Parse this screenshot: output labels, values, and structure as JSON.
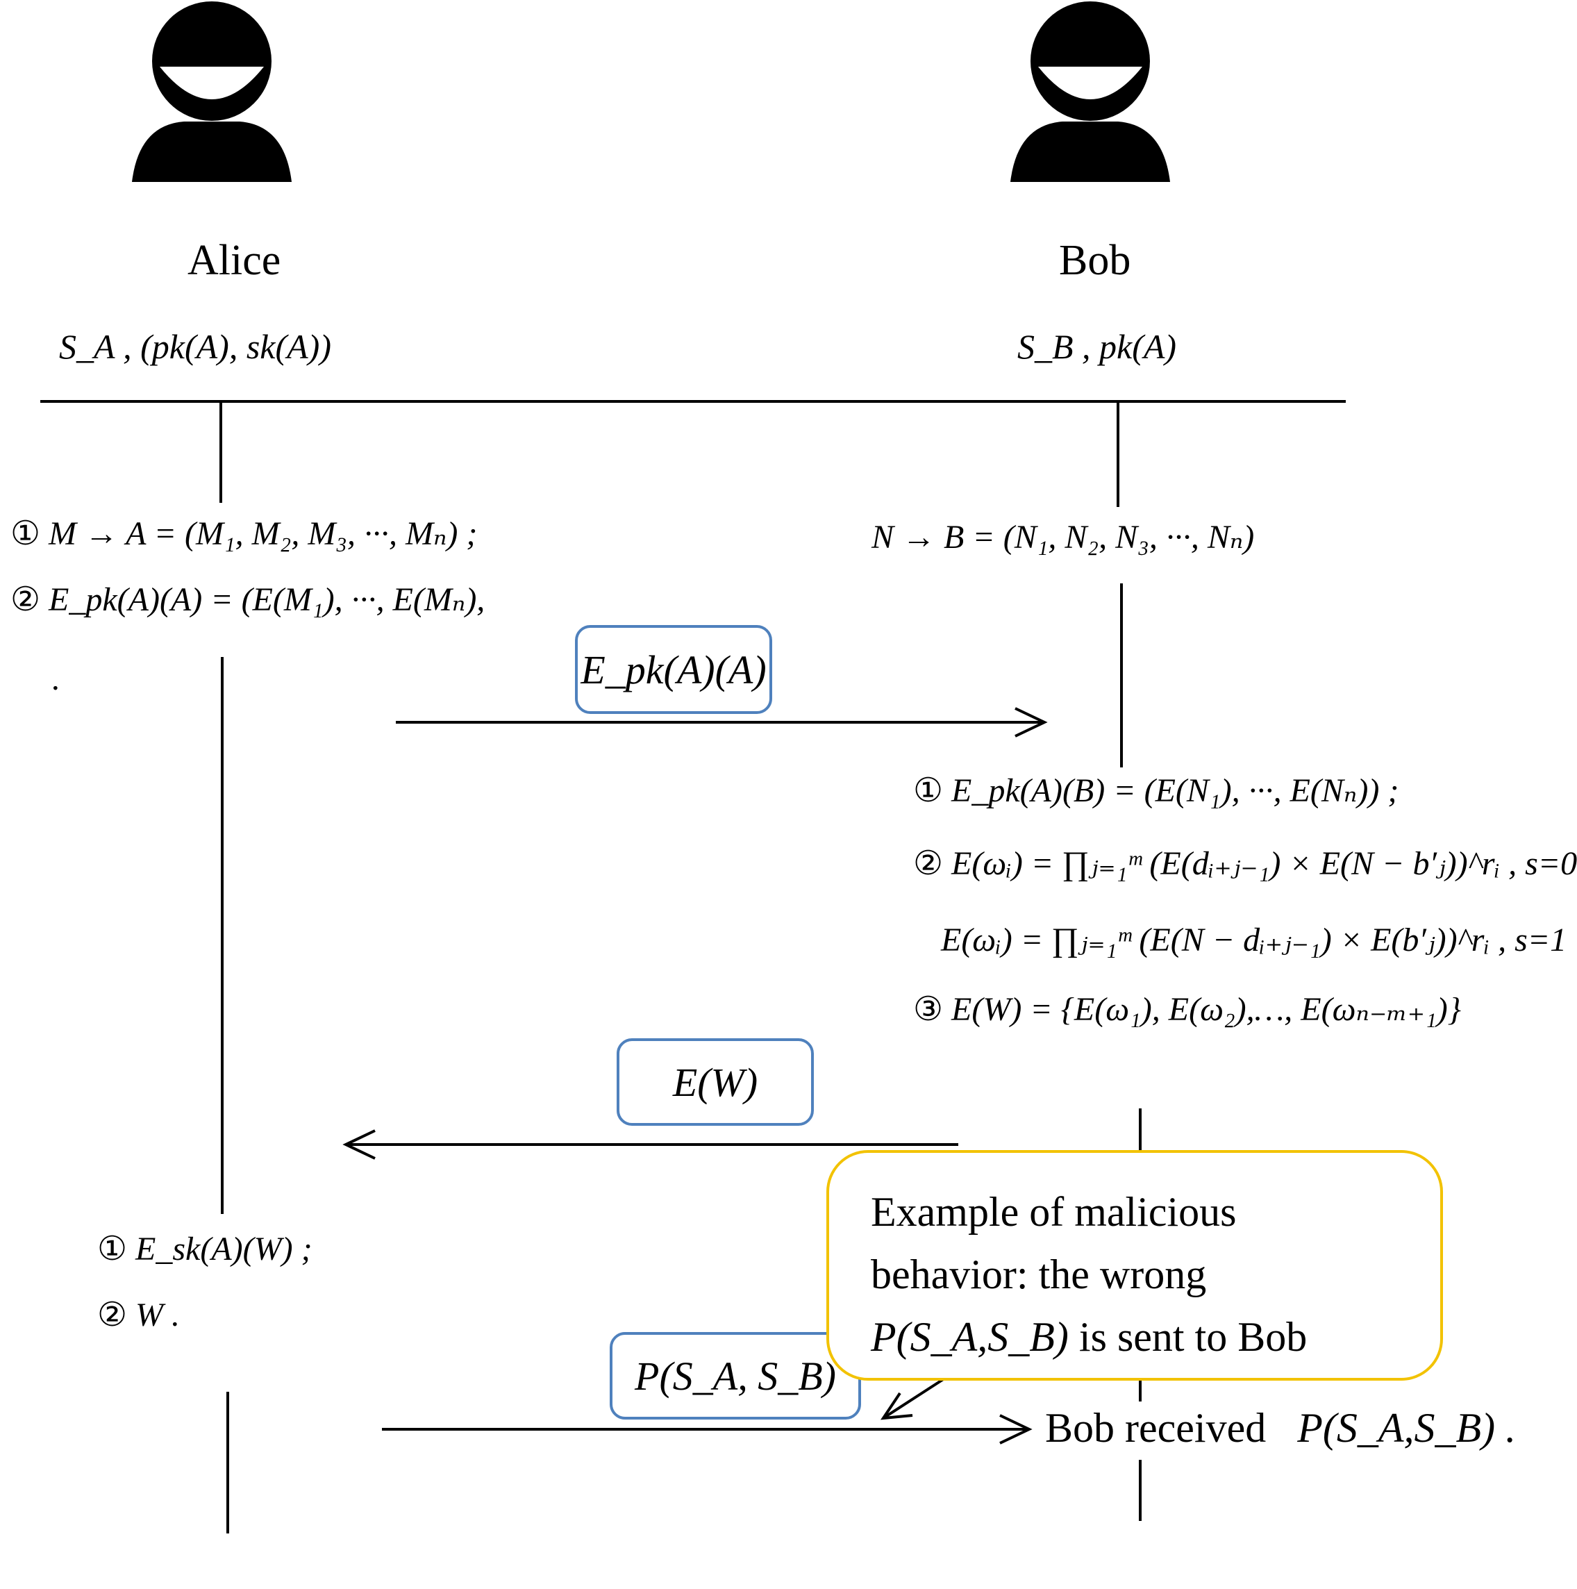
{
  "participants": {
    "alice": {
      "name": "Alice",
      "knowledge": "S_A ,  (pk(A), sk(A))"
    },
    "bob": {
      "name": "Bob",
      "knowledge": "S_B ,  pk(A)"
    }
  },
  "alice_steps_1": [
    {
      "num": "①",
      "text": "M → A = (M₁, M₂, M₃, ···, Mₙ) ;"
    },
    {
      "num": "②",
      "text": "E_pk(A)(A) = (E(M₁), ···, E(Mₙ),"
    },
    {
      "num": "",
      "text": "."
    }
  ],
  "bob_init": "N → B = (N₁, N₂, N₃, ···, Nₙ)",
  "messages": {
    "m1": "E_pk(A)(A)",
    "m2": "E(W)",
    "m3": "P(S_A, S_B)"
  },
  "bob_steps": [
    {
      "num": "①",
      "text": "E_pk(A)(B) = (E(N₁), ···, E(Nₙ)) ;"
    },
    {
      "num": "②",
      "text": "E(ωᵢ) = ∏ⱼ₌₁ᵐ (E(dᵢ₊ⱼ₋₁) × E(N − b′ⱼ))^rᵢ , s=0"
    },
    {
      "num": "",
      "text": "E(ωᵢ) = ∏ⱼ₌₁ᵐ (E(N − dᵢ₊ⱼ₋₁) × E(b′ⱼ))^rᵢ , s=1"
    },
    {
      "num": "③",
      "text": "E(W) = {E(ω₁), E(ω₂),…, E(ωₙ₋ₘ₊₁)}"
    }
  ],
  "alice_steps_2": [
    {
      "num": "①",
      "text": "E_sk(A)(W) ;"
    },
    {
      "num": "②",
      "text": "W ."
    }
  ],
  "callout": {
    "line1": "Example of malicious",
    "line2": "behavior: the wrong",
    "formula": "P(S_A,S_B)",
    "line3": "is sent to Bob"
  },
  "bob_received": {
    "text": "Bob received",
    "formula": "P(S_A,S_B) ."
  }
}
